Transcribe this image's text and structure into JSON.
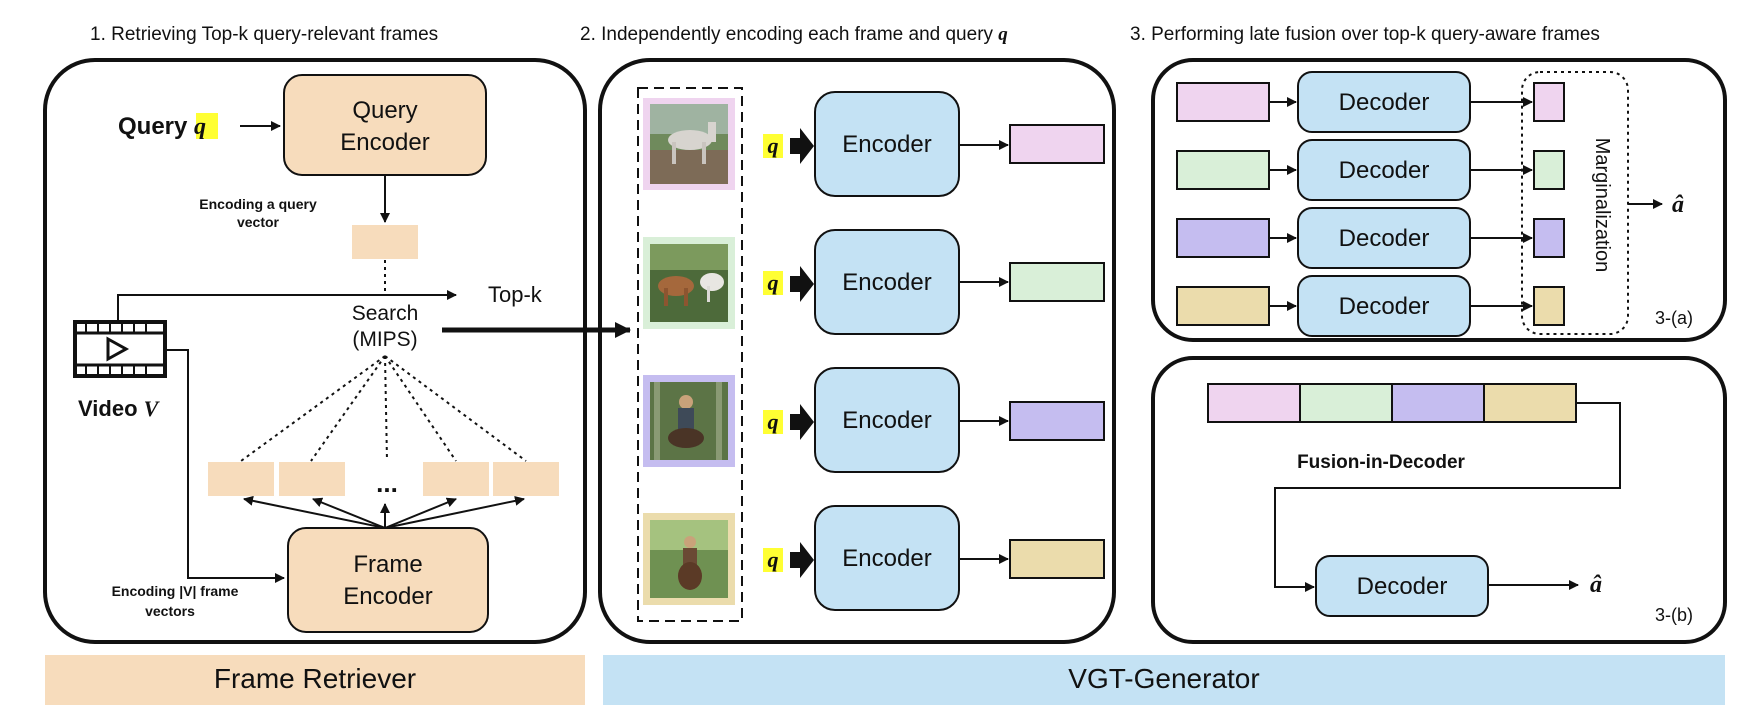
{
  "colors": {
    "tan": "#f7dcbc",
    "blue": "#c4e2f4",
    "pink": "#efd4ef",
    "green": "#d9efd8",
    "purple": "#c5bdf0",
    "khaki": "#ebdcac",
    "query_highlight": "#ffff33"
  },
  "sections": {
    "s1_title": "1. Retrieving Top-k query-relevant frames",
    "s2_title_prefix": "2. Independently encoding each frame and query ",
    "s2_title_var": "q",
    "s3_title": "3. Performing late fusion over top-k query-aware frames"
  },
  "retriever": {
    "query_label": "Query ",
    "query_var": "q",
    "query_encoder": [
      "Query",
      "Encoder"
    ],
    "encoding_query": [
      "Encoding a query",
      "vector"
    ],
    "search": [
      "Search",
      "(MIPS)"
    ],
    "topk": "Top-k",
    "video_label": "Video ",
    "video_var": "V",
    "ellipsis": "...",
    "frame_encoder": [
      "Frame",
      "Encoder"
    ],
    "encoding_frames": [
      "Encoding |V| frame",
      "vectors"
    ]
  },
  "generator": {
    "q": "q",
    "encoder": "Encoder",
    "frame_icons": [
      "horse-grey-photo-icon",
      "horse-brown-photo-icon",
      "rider-woods-photo-icon",
      "rider-trail-photo-icon"
    ]
  },
  "fusion_a": {
    "decoder": "Decoder",
    "marginalization": "Marginalization",
    "answer": "â",
    "tag": "3-(a)"
  },
  "fusion_b": {
    "fid_label": "Fusion-in-Decoder",
    "decoder": "Decoder",
    "answer": "â",
    "tag": "3-(b)"
  },
  "bottom": {
    "retriever_label": "Frame Retriever",
    "generator_label": "VGT-Generator"
  }
}
